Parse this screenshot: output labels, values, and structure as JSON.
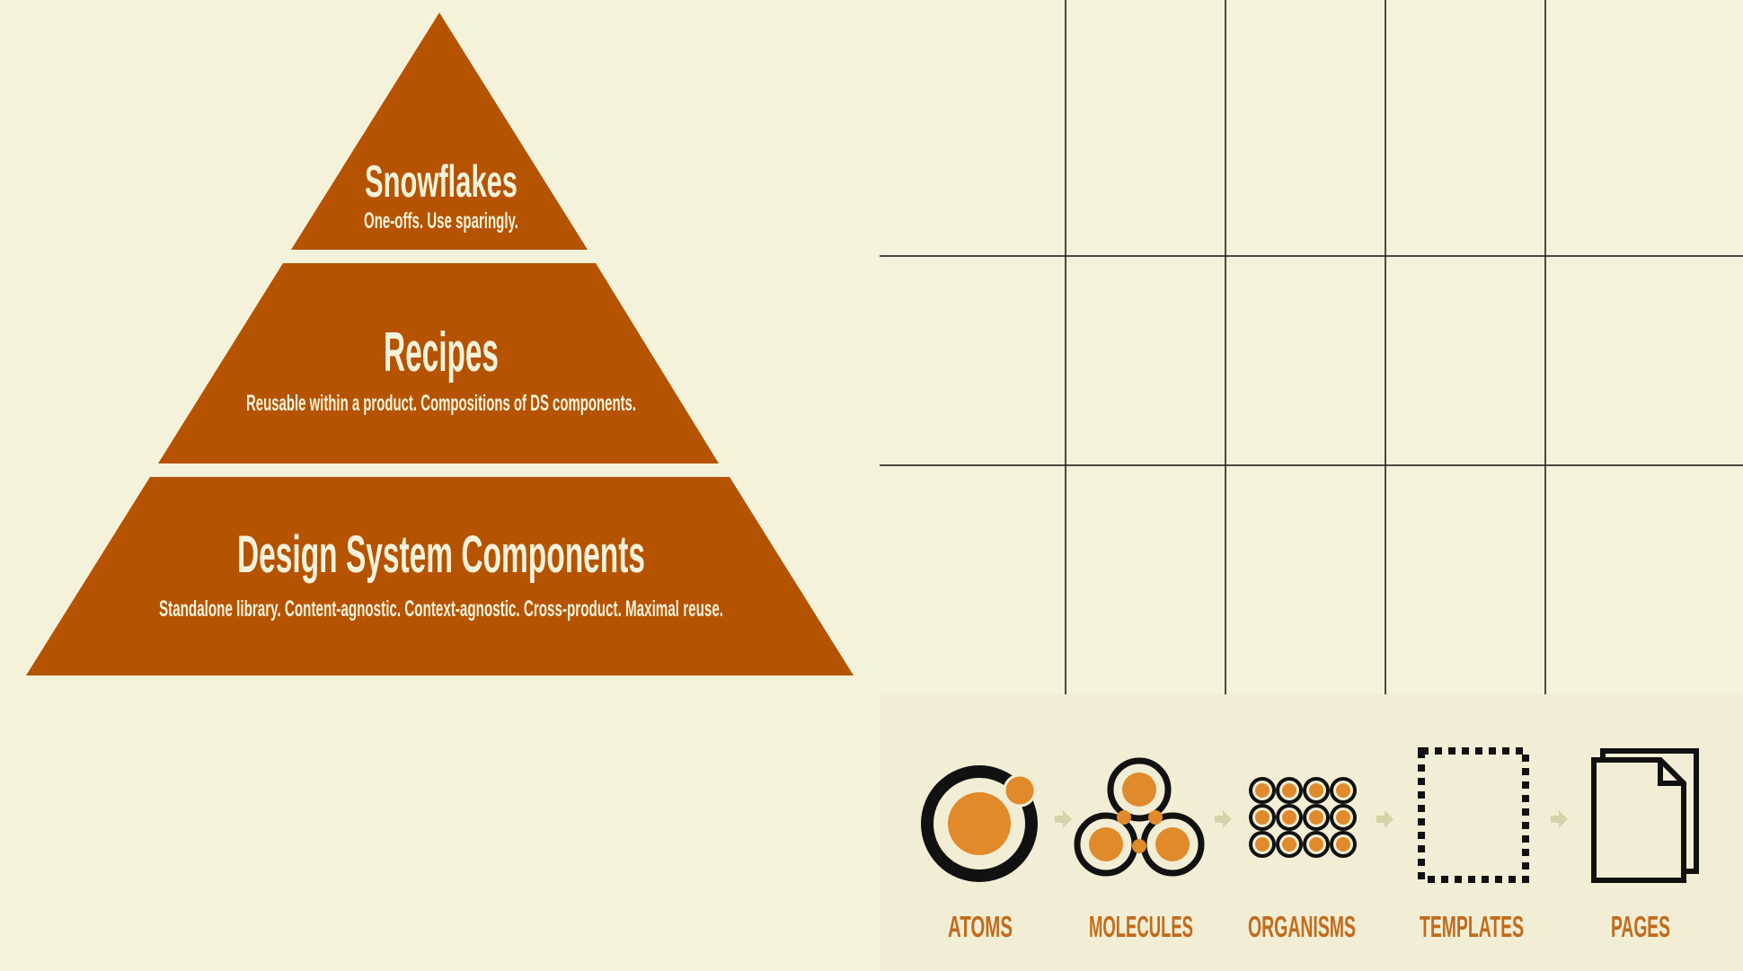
{
  "pyramid": {
    "fill_color": "#b55300",
    "text_color": "#f4f2da",
    "tiers": [
      {
        "title": "Snowflakes",
        "subtitle": "One-offs. Use sparingly."
      },
      {
        "title": "Recipes",
        "subtitle": "Reusable within a product. Compositions of DS components."
      },
      {
        "title": "Design System Components",
        "subtitle": "Standalone library. Content-agnostic. Context-agnostic. Cross-product. Maximal reuse."
      }
    ]
  },
  "grid": {
    "line_color": "#111111",
    "columns": 5,
    "rows": 3
  },
  "atomic_design": {
    "accent_color": "#e08a2c",
    "label_color": "#c26b1c",
    "arrow_color": "#d6d3a8",
    "stages": [
      {
        "label": "ATOMS",
        "icon": "atom-icon"
      },
      {
        "label": "MOLECULES",
        "icon": "molecule-icon"
      },
      {
        "label": "ORGANISMS",
        "icon": "organism-icon"
      },
      {
        "label": "TEMPLATES",
        "icon": "template-icon"
      },
      {
        "label": "PAGES",
        "icon": "pages-icon"
      }
    ]
  }
}
